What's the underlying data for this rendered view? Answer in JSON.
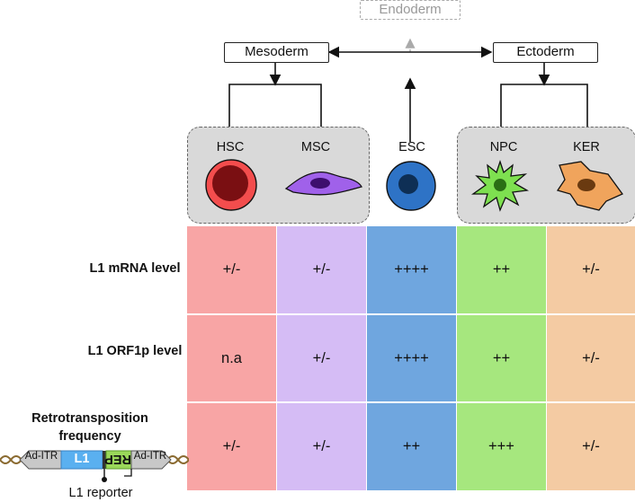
{
  "lineage": {
    "endoderm": "Endoderm",
    "mesoderm": "Mesoderm",
    "ectoderm": "Ectoderm"
  },
  "cells": [
    {
      "key": "hsc",
      "label": "HSC",
      "color": "#f34d4d",
      "nucleus": "#7a0f12"
    },
    {
      "key": "msc",
      "label": "MSC",
      "color": "#a061ea",
      "nucleus": "#3d0f6e"
    },
    {
      "key": "esc",
      "label": "ESC",
      "color": "#2e73c6",
      "nucleus": "#0e2f55"
    },
    {
      "key": "npc",
      "label": "NPC",
      "color": "#7ee050",
      "nucleus": "#2a6e14"
    },
    {
      "key": "ker",
      "label": "KER",
      "color": "#f0a45c",
      "nucleus": "#6a3a10"
    }
  ],
  "row_labels": {
    "mrna": "L1 mRNA level",
    "orf1p": "L1 ORF1p level",
    "retro": "Retrotransposition frequency"
  },
  "columns": [
    {
      "color": "#f8a5a5",
      "mrna": "+/-",
      "orf1p": "n.a",
      "retro": "+/-"
    },
    {
      "color": "#d5bcf5",
      "mrna": "+/-",
      "orf1p": "+/-",
      "retro": "+/-"
    },
    {
      "color": "#6fa6df",
      "mrna": "++++",
      "orf1p": "++++",
      "retro": "++"
    },
    {
      "color": "#a6e77e",
      "mrna": "++",
      "orf1p": "++",
      "retro": "+++"
    },
    {
      "color": "#f4cba3",
      "mrna": "+/-",
      "orf1p": "+/-",
      "retro": "+/-"
    }
  ],
  "reporter": {
    "caption": "L1 reporter",
    "itr_left": "Ad-ITR",
    "l1": "L1",
    "rep": "REP",
    "itr_right": "Ad-ITR"
  }
}
